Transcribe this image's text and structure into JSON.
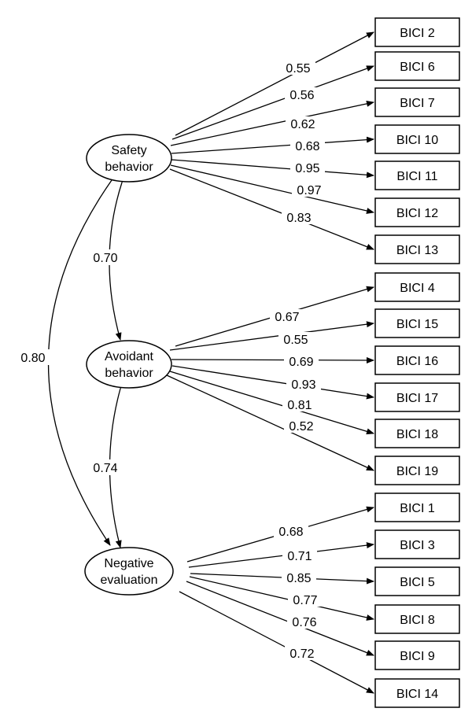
{
  "factors": [
    {
      "id": "safety",
      "lines": [
        "Safety",
        "behavior"
      ]
    },
    {
      "id": "avoidant",
      "lines": [
        "Avoidant",
        "behavior"
      ]
    },
    {
      "id": "negative",
      "lines": [
        "Negative",
        "evaluation"
      ]
    }
  ],
  "indicators": [
    {
      "label": "BICI 2",
      "factor": 0,
      "loading": "0.55"
    },
    {
      "label": "BICI 6",
      "factor": 0,
      "loading": "0.56"
    },
    {
      "label": "BICI 7",
      "factor": 0,
      "loading": "0.62"
    },
    {
      "label": "BICI 10",
      "factor": 0,
      "loading": "0.68"
    },
    {
      "label": "BICI 11",
      "factor": 0,
      "loading": "0.95"
    },
    {
      "label": "BICI 12",
      "factor": 0,
      "loading": "0.97"
    },
    {
      "label": "BICI 13",
      "factor": 0,
      "loading": "0.83"
    },
    {
      "label": "BICI 4",
      "factor": 1,
      "loading": "0.67"
    },
    {
      "label": "BICI 15",
      "factor": 1,
      "loading": "0.55"
    },
    {
      "label": "BICI 16",
      "factor": 1,
      "loading": "0.69"
    },
    {
      "label": "BICI 17",
      "factor": 1,
      "loading": "0.93"
    },
    {
      "label": "BICI 18",
      "factor": 1,
      "loading": "0.81"
    },
    {
      "label": "BICI 19",
      "factor": 1,
      "loading": "0.52"
    },
    {
      "label": "BICI 1",
      "factor": 2,
      "loading": "0.68"
    },
    {
      "label": "BICI 3",
      "factor": 2,
      "loading": "0.71"
    },
    {
      "label": "BICI 5",
      "factor": 2,
      "loading": "0.85"
    },
    {
      "label": "BICI 8",
      "factor": 2,
      "loading": "0.77"
    },
    {
      "label": "BICI 9",
      "factor": 2,
      "loading": "0.76"
    },
    {
      "label": "BICI 14",
      "factor": 2,
      "loading": "0.72"
    }
  ],
  "correlations": [
    {
      "from": 0,
      "to": 1,
      "value": "0.70"
    },
    {
      "from": 1,
      "to": 2,
      "value": "0.74"
    },
    {
      "from": 0,
      "to": 2,
      "value": "0.80"
    }
  ]
}
